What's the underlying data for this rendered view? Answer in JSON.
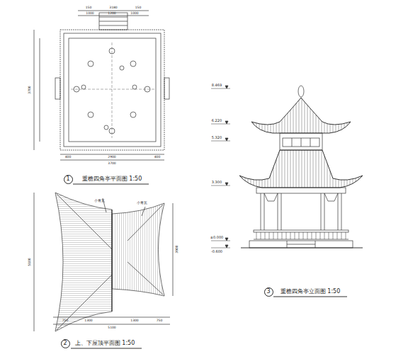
{
  "diagram": {
    "nodes": [
      {
        "text": [
          "1"
        ]
      },
      {
        "text": [
          "2"
        ]
      },
      {
        "text": [
          "3"
        ]
      }
    ],
    "labels": [
      "重檐四角亭平面图 1:50",
      "上、下屋顶平面图 1:50",
      "重檐四角亭立面图 1:50",
      "小青瓦",
      "小青瓦",
      "8.469",
      "6.220",
      "5.320",
      "3.300",
      "±0.000",
      "-0.600",
      "150",
      "3180",
      "150",
      "1000",
      "1200",
      "1000",
      "400",
      "2900",
      "400",
      "3700",
      "3700",
      "750",
      "1300",
      "1300",
      "750",
      "5100",
      "5100",
      "3900"
    ]
  }
}
